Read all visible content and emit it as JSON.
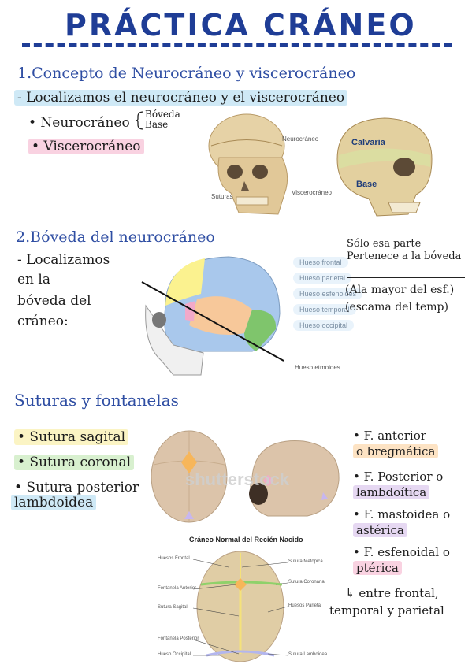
{
  "header": {
    "title": "PRÁCTICA CRÁNEO"
  },
  "s1": {
    "heading": "1.Concepto de Neurocráneo y viscerocráneo",
    "line": "- Localizamos el neurocráneo y el viscerocráneo",
    "b1": "• Neurocráneo",
    "b1a": "Bóveda",
    "b1b": "Base",
    "b2": "• Viscerocráneo",
    "img1": {
      "l1": "Neurocráneo",
      "l2": "Suturas",
      "l3": "Viscerocráneo"
    },
    "img2": {
      "l1": "Calvaria",
      "l2": "Base"
    }
  },
  "s2": {
    "heading": "2.Bóveda del neurocráneo",
    "l1": "- Localizamos",
    "l2": "en la",
    "l3": "bóveda del",
    "l4": "cráneo:",
    "tags": [
      "Hueso frontal",
      "Hueso parietal",
      "Hueso esfenoides",
      "Hueso temporal",
      "Hueso occipital"
    ],
    "bottom_tag": "Hueso etmoides",
    "n1": "Sólo esa parte",
    "n2": "Pertenece a la bóveda",
    "n3": "(Ala mayor del esf.)",
    "n4": "(escama del temp)"
  },
  "s3": {
    "heading": "Suturas y fontanelas",
    "left": [
      "• Sutura sagital",
      "• Sutura coronal",
      "• Sutura posterior",
      "lambdoidea"
    ],
    "right": [
      "• F. anterior",
      "o bregmática",
      "• F. Posterior o",
      "lambdoítica",
      "• F. mastoidea o",
      "astérica",
      "• F. esfenoidal o",
      "ptérica"
    ],
    "note1": "↳ entre frontal,",
    "note2": "temporal y parietal",
    "watermark": "shutterstock",
    "diagram": {
      "title": "Cráneo Normal del Recién Nacido",
      "left_labels": [
        "Huesos Frontal",
        "Fontanela Anterior",
        "Sutura Sagital",
        "Fontanela Posterior",
        "Hueso Occipital"
      ],
      "right_labels": [
        "Sutura Metópica",
        "Sutura Coronaria",
        "Huesos Parietal",
        "Sutura Lamboidea"
      ]
    }
  },
  "colors": {
    "title": "#1f3d96",
    "frontal": "#fbf28f",
    "parietal": "#a9c8ec",
    "temporal": "#f7c89a",
    "occipital": "#7fc56c",
    "sphenoid": "#f2a9c9",
    "bone": "#e3cfa3"
  }
}
